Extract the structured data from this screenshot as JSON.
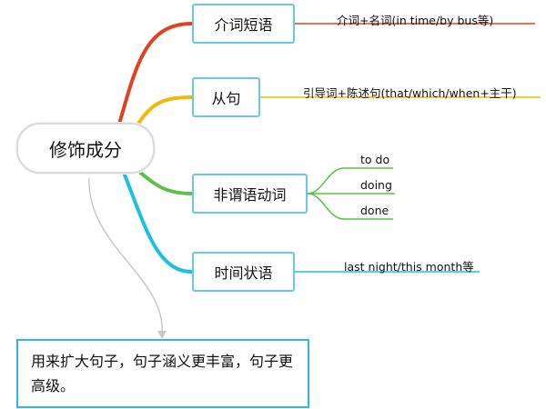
{
  "central_topic": "修饰成分",
  "branches": [
    {
      "label": "介词短语",
      "color": "#e0421f",
      "detail": "介词+名词(in time/by bus等)"
    },
    {
      "label": "从句",
      "color": "#f1b70e",
      "detail": "引导词+陈述句(that/which/when+主干)"
    },
    {
      "label": "非谓语动词",
      "color": "#5cc149",
      "sub_items": [
        "to do",
        "doing",
        "done"
      ]
    },
    {
      "label": "时间状语",
      "color": "#1ec0e0",
      "detail": "last night/this month等"
    }
  ],
  "note": {
    "text": "用来扩大句子，句子涵义更丰富，句子更高级。",
    "border_color": "#2fb8e6",
    "connector_color": "#c8c8c8"
  },
  "topic_border_color": "#69c7e8"
}
